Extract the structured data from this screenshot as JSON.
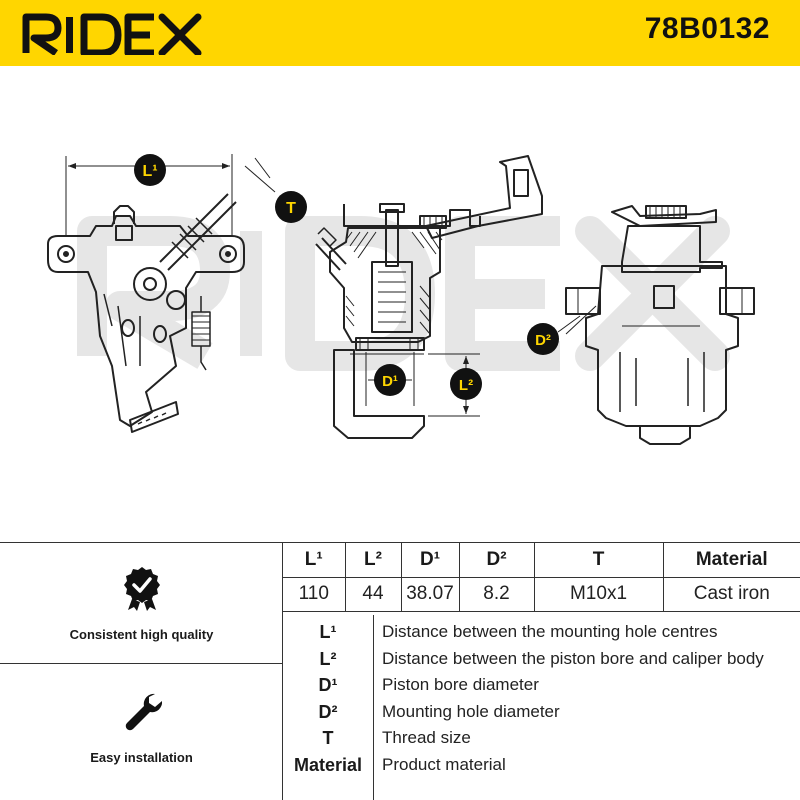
{
  "header": {
    "brand": "RIDEX",
    "part_number": "78B0132",
    "color": "#ffd600"
  },
  "drawing": {
    "watermark": "RIDEX",
    "callouts": {
      "l1": "L¹",
      "t": "T",
      "d1": "D¹",
      "l2": "L²",
      "d2": "D²"
    }
  },
  "spec_table": {
    "headers": [
      "L¹",
      "L²",
      "D¹",
      "D²",
      "T",
      "Material"
    ],
    "values": [
      "110",
      "44",
      "38.07",
      "8.2",
      "M10x1",
      "Cast iron"
    ]
  },
  "legend": [
    {
      "key": "L¹",
      "desc": "Distance between the mounting hole centres"
    },
    {
      "key": "L²",
      "desc": "Distance between the piston bore and caliper body"
    },
    {
      "key": "D¹",
      "desc": "Piston bore diameter"
    },
    {
      "key": "D²",
      "desc": "Mounting hole diameter"
    },
    {
      "key": "T",
      "desc": "Thread size"
    },
    {
      "key": "Material",
      "desc": "Product material"
    }
  ],
  "features": [
    {
      "label": "Consistent high quality",
      "icon": "quality-badge-icon"
    },
    {
      "label": "Easy installation",
      "icon": "wrench-icon"
    }
  ]
}
